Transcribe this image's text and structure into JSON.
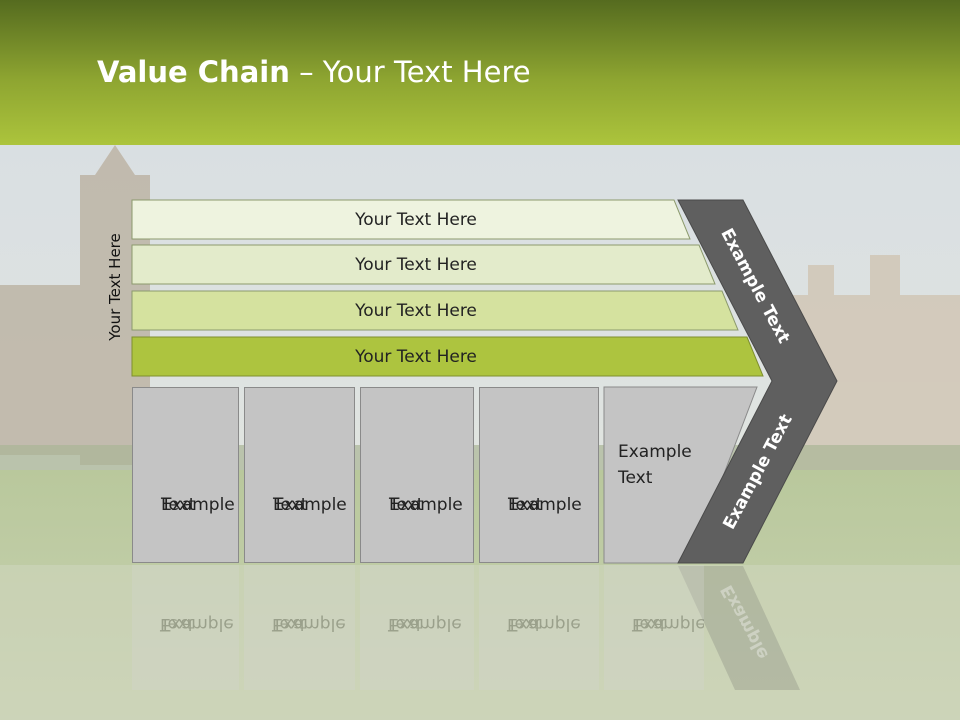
{
  "title": {
    "bold": "Value Chain",
    "rest": " – Your Text Here"
  },
  "side_label": "Your Text Here",
  "ribbons": [
    "Your Text Here",
    "Your Text Here",
    "Your Text Here",
    "Your Text Here"
  ],
  "cards": [
    {
      "line1": "Example",
      "line2": "Text"
    },
    {
      "line1": "Example",
      "line2": "Text"
    },
    {
      "line1": "Example",
      "line2": "Text"
    },
    {
      "line1": "Example",
      "line2": "Text"
    },
    {
      "line1": "Example",
      "line2": "Text"
    }
  ],
  "chevron": {
    "upper": "Example Text",
    "lower": "Example Text",
    "reflection": "Example"
  },
  "colors": {
    "header_dark": "#556b1f",
    "header_light": "#acc43c",
    "chevron": "#5f5f5f",
    "card": "#c4c4c4"
  }
}
